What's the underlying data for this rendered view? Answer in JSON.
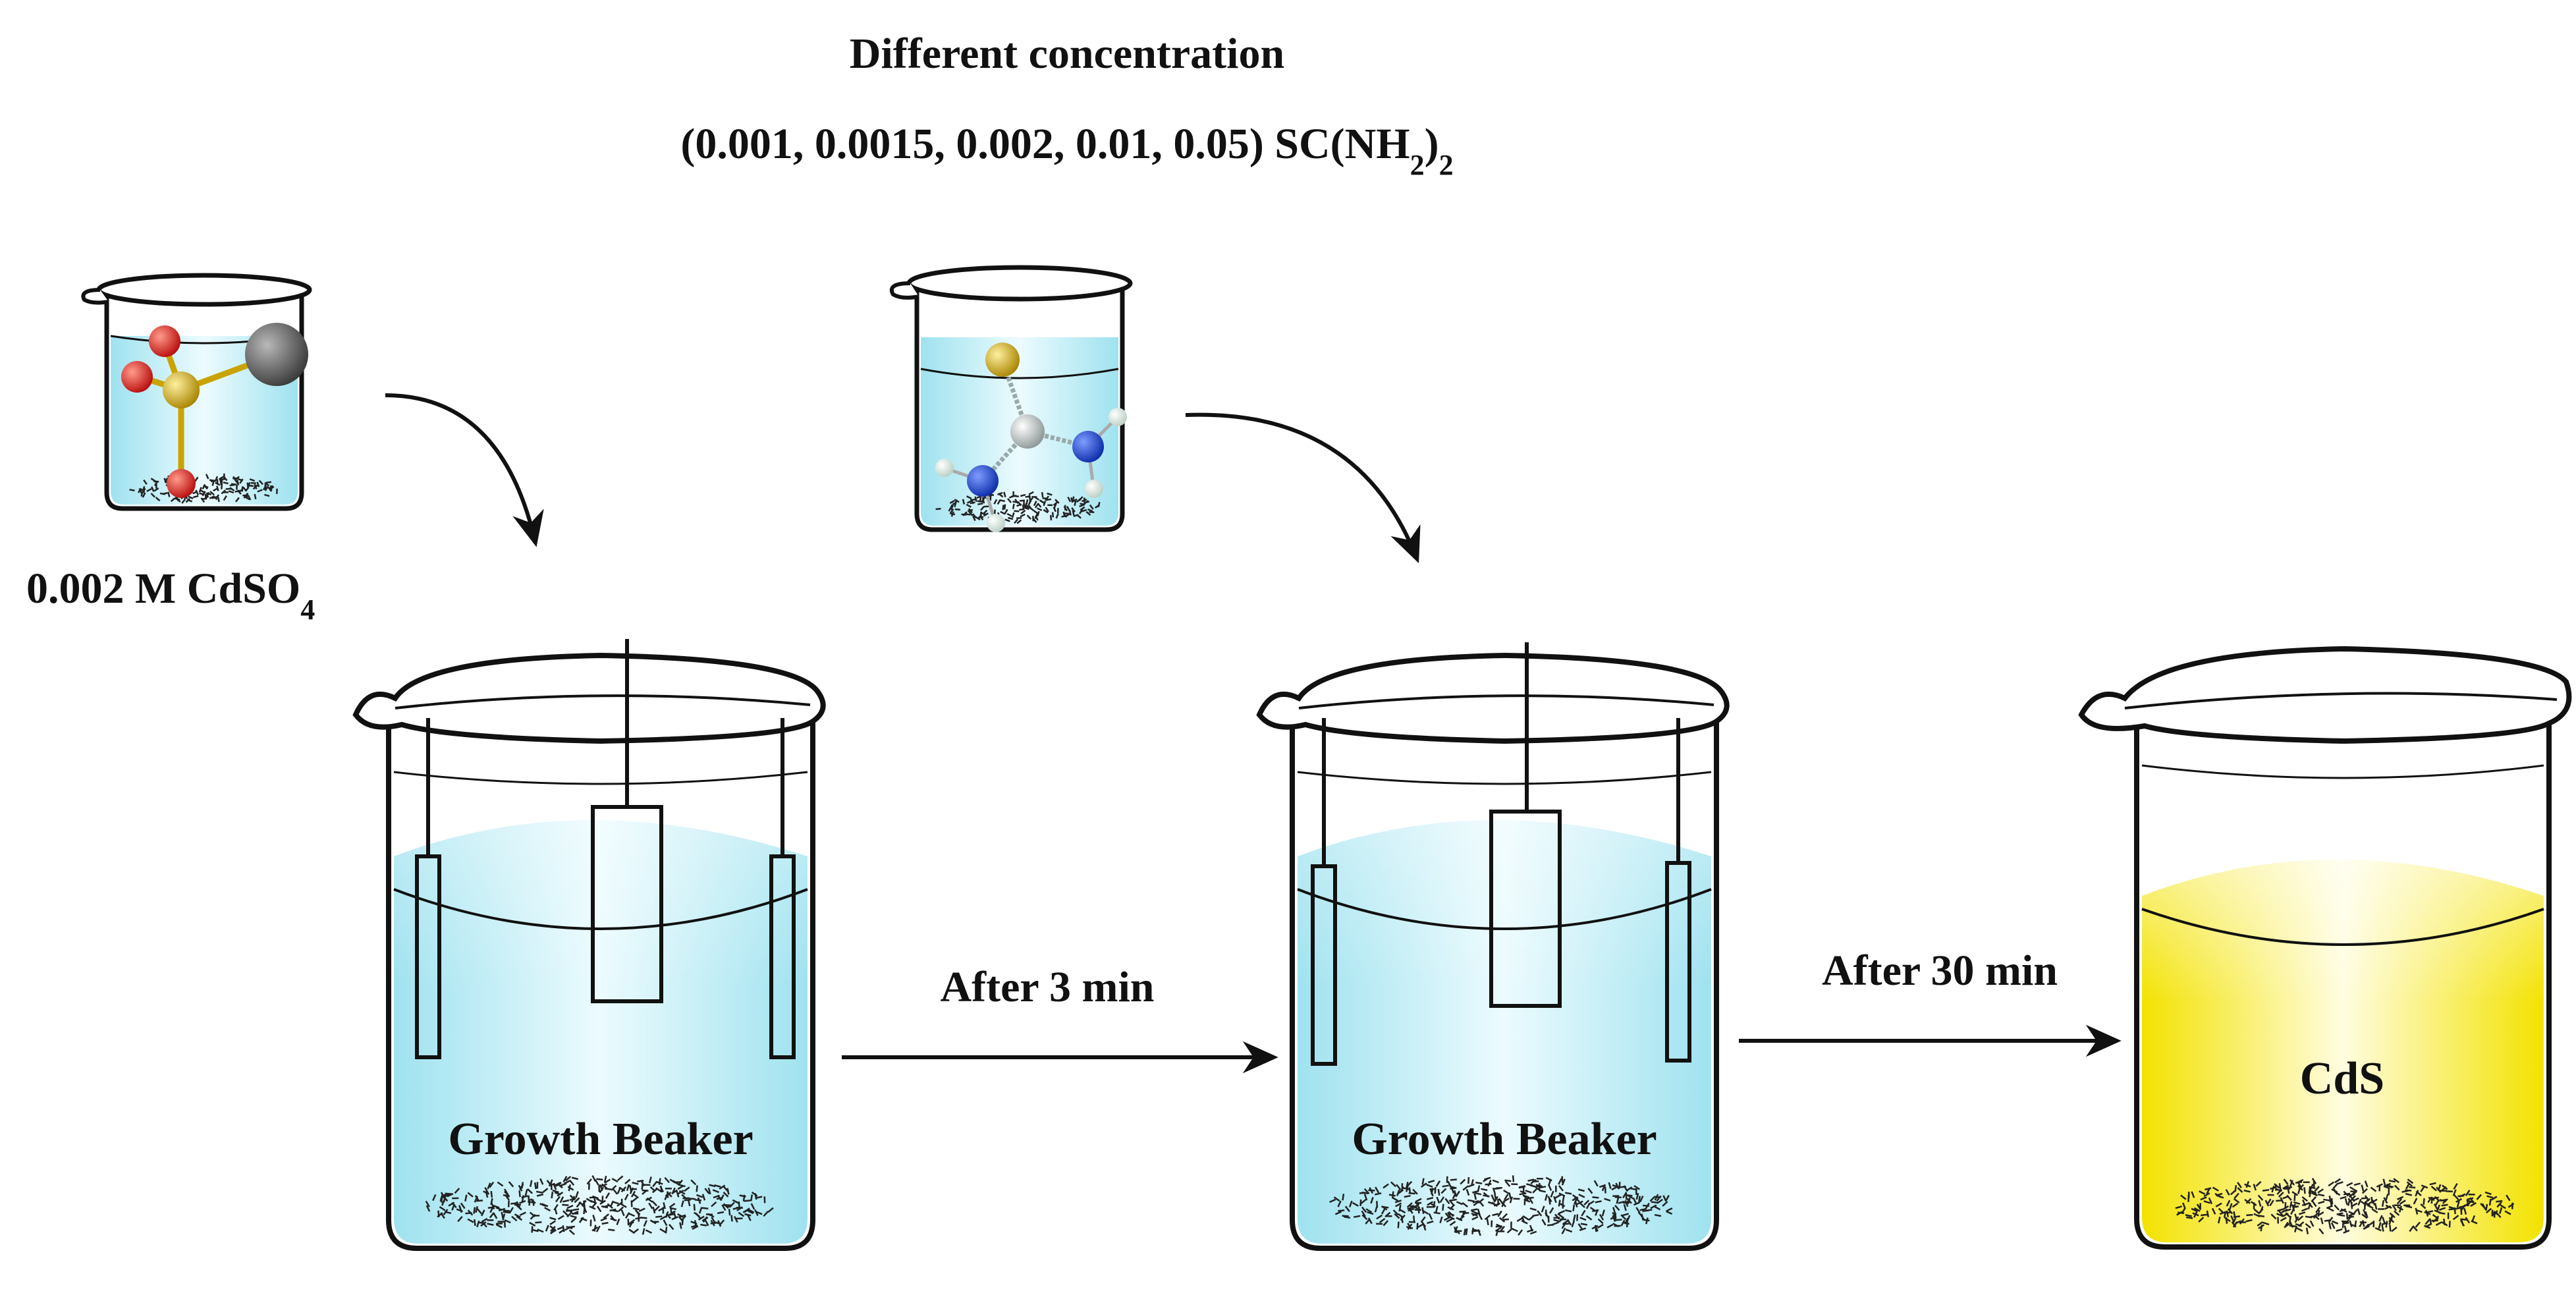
{
  "title": {
    "line1": "Different concentration",
    "line2_main": "(0.001, 0.0015, 0.002, 0.01, 0.05) SC(NH",
    "line2_sub": "2",
    "line2_close": ")",
    "line2_tail": "2"
  },
  "precursors": {
    "cadmium_label_main": "0.002 M CdSO",
    "cadmium_label_sub": "4"
  },
  "steps": {
    "after_3": "After 3 min",
    "after_30": "After 30 min"
  },
  "beakers": {
    "growth_1": "Growth Beaker",
    "growth_2": "Growth Beaker",
    "product": "CdS"
  },
  "colors": {
    "solution": "#bfeef7",
    "product": "#f5e50a",
    "outline": "#111111",
    "oxygen": "#d11a1a",
    "sulfur": "#c9a400",
    "cadmium": "#5a5a5a",
    "carbon": "#a8b0b0",
    "nitrogen": "#1a3fd6",
    "hydrogen": "#e8f2ee"
  }
}
